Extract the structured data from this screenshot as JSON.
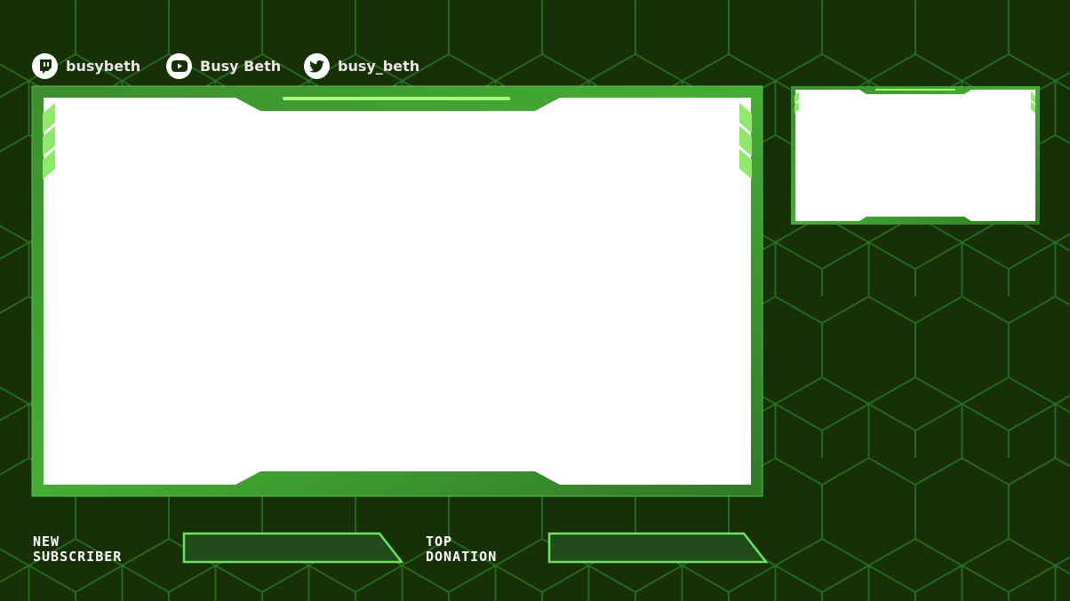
{
  "socials": [
    {
      "platform": "twitch",
      "icon": "twitch-icon",
      "handle": "busybeth"
    },
    {
      "platform": "youtube",
      "icon": "youtube-icon",
      "handle": "Busy Beth"
    },
    {
      "platform": "twitter",
      "icon": "twitter-icon",
      "handle": "busy_beth"
    }
  ],
  "alerts": {
    "new_subscriber_line1": "NEW",
    "new_subscriber_line2": "SUBSCRIBER",
    "top_donation_line1": "TOP",
    "top_donation_line2": "DONATION"
  },
  "colors": {
    "background": "#173005",
    "hex_stroke": "#2b7a26",
    "frame": "#3fa332",
    "accent": "#8ef060"
  }
}
